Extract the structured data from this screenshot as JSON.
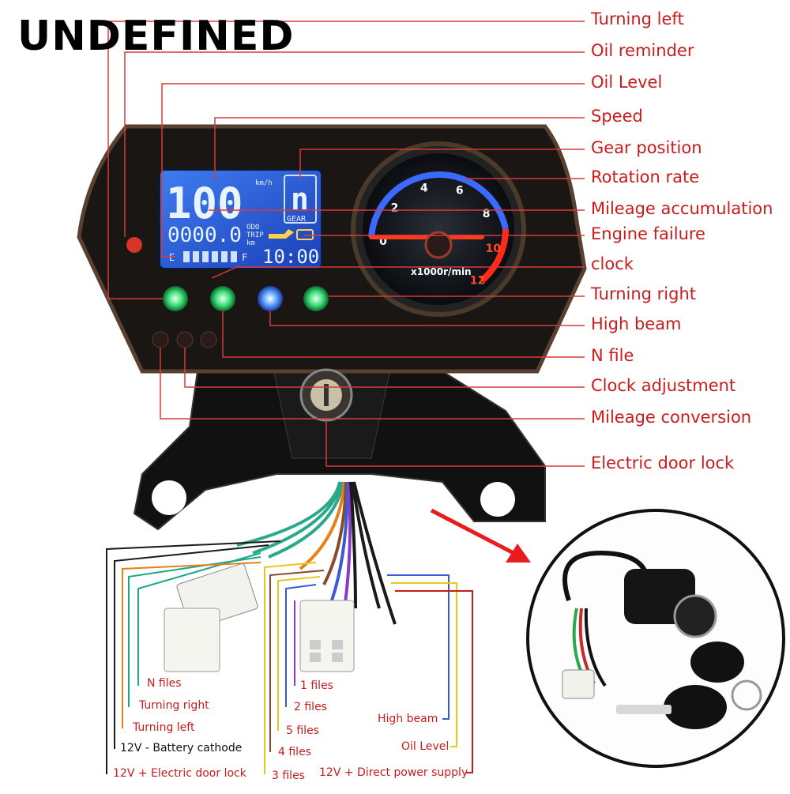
{
  "brand": "UNDEFINED",
  "callouts": [
    "Turning left",
    "Oil reminder",
    "Oil Level",
    "Speed",
    "Gear position",
    "Rotation rate",
    "Mileage accumulation",
    "Engine failure",
    "clock",
    "Turning right",
    "High beam",
    "N file",
    "Clock adjustment",
    "Mileage conversion",
    "Electric door lock"
  ],
  "lcd": {
    "speed": "100",
    "speed_unit": "km/h",
    "gear": "n",
    "gear_label": "GEAR",
    "odometer": "0000.0",
    "odo_label": "ODO",
    "trip_label": "TRIP",
    "km_label": "km",
    "clock": "10:00",
    "fuel_e": "E",
    "fuel_f": "F"
  },
  "tacho": {
    "ticks": [
      "0",
      "2",
      "4",
      "6",
      "8",
      "10",
      "12"
    ],
    "unit": "x1000r/min"
  },
  "wiring_left": [
    "N files",
    "Turning right",
    "Turning left",
    "12V - Battery cathode",
    "12V + Electric door lock"
  ],
  "wiring_mid": [
    "1 files",
    "2 files",
    "5 files",
    "4 files",
    "3 files"
  ],
  "wiring_right": [
    "High beam",
    "Oil Level",
    "12V + Direct power supply"
  ],
  "colors": {
    "callout": "#c81c1c",
    "leader": "#d83a3a",
    "lcd_bg": "#1b4fd8",
    "indicator": "#2fd86a",
    "needle": "#ff3a1a"
  }
}
